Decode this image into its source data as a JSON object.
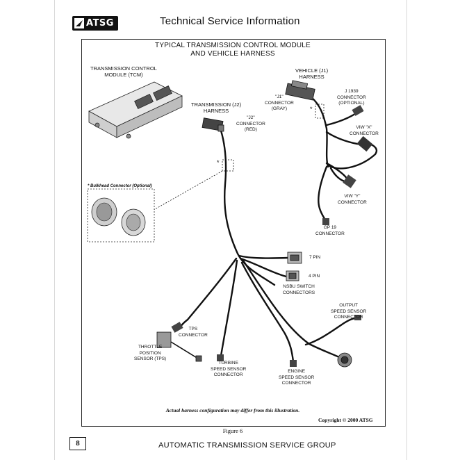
{
  "header": {
    "logo_text": "ATSG",
    "title": "Technical Service Information"
  },
  "diagram": {
    "title_line1": "TYPICAL TRANSMISSION CONTROL MODULE",
    "title_line2": "AND VEHICLE HARNESS",
    "labels": {
      "tcm_1": "TRANSMISSION CONTROL",
      "tcm_2": "MODULE (TCM)",
      "j2_1": "TRANSMISSION (J2)",
      "j2_2": "HARNESS",
      "j2c_1": "\"J2\"",
      "j2c_2": "CONNECTOR",
      "j2c_3": "(RED)",
      "j1_1": "VEHICLE (J1)",
      "j1_2": "HARNESS",
      "j1c_1": "\"J1\"",
      "j1c_2": "CONNECTOR",
      "j1c_3": "(GRAY)",
      "j1939_1": "J 1939",
      "j1939_2": "CONNECTOR",
      "j1939_3": "(OPTIONAL)",
      "viwx_1": "VIW \"X\"",
      "viwx_2": "CONNECTOR",
      "viwy_1": "VIW \"Y\"",
      "viwy_2": "CONNECTOR",
      "gp19_1": "GP 19",
      "gp19_2": "CONNECTOR",
      "bulkhead": "Bulkhead Connector (Optional)",
      "pin7": "7 PIN",
      "pin4": "4 PIN",
      "nsbu_1": "NSBU SWITCH",
      "nsbu_2": "CONNECTORS",
      "oss_1": "OUTPUT",
      "oss_2": "SPEED SENSOR",
      "oss_3": "CONNECTOR",
      "tps_1": "TPS",
      "tps_2": "CONNECTOR",
      "tpsensor_1": "THROTTLE",
      "tpsensor_2": "POSITION",
      "tpsensor_3": "SENSOR (TPS)",
      "turbine_1": "TURBINE",
      "turbine_2": "SPEED SENSOR",
      "turbine_3": "CONNECTOR",
      "engine_1": "ENGINE",
      "engine_2": "SPEED SENSOR",
      "engine_3": "CONNECTOR"
    },
    "note": "Actual harness configuration may differ from this illustration.",
    "copyright": "Copyright © 2000 ATSG"
  },
  "figure_caption": "Figure 6",
  "footer": {
    "page_number": "8",
    "text": "AUTOMATIC TRANSMISSION SERVICE GROUP"
  }
}
